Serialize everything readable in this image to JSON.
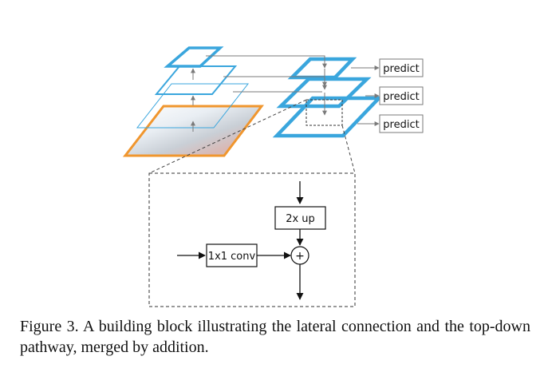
{
  "diagram": {
    "predict_labels": [
      "predict",
      "predict",
      "predict"
    ],
    "upsample_label": "2x up",
    "conv_label": "1x1 conv",
    "add_symbol": "+"
  },
  "caption": {
    "text": "Figure 3. A building block illustrating the lateral connection and the top-down pathway, merged by addition."
  },
  "colors": {
    "pyramid_blue": "#3aa6dd",
    "image_orange": "#f0962e",
    "arrow_gray": "#7a7a7a",
    "ink": "#111111"
  }
}
